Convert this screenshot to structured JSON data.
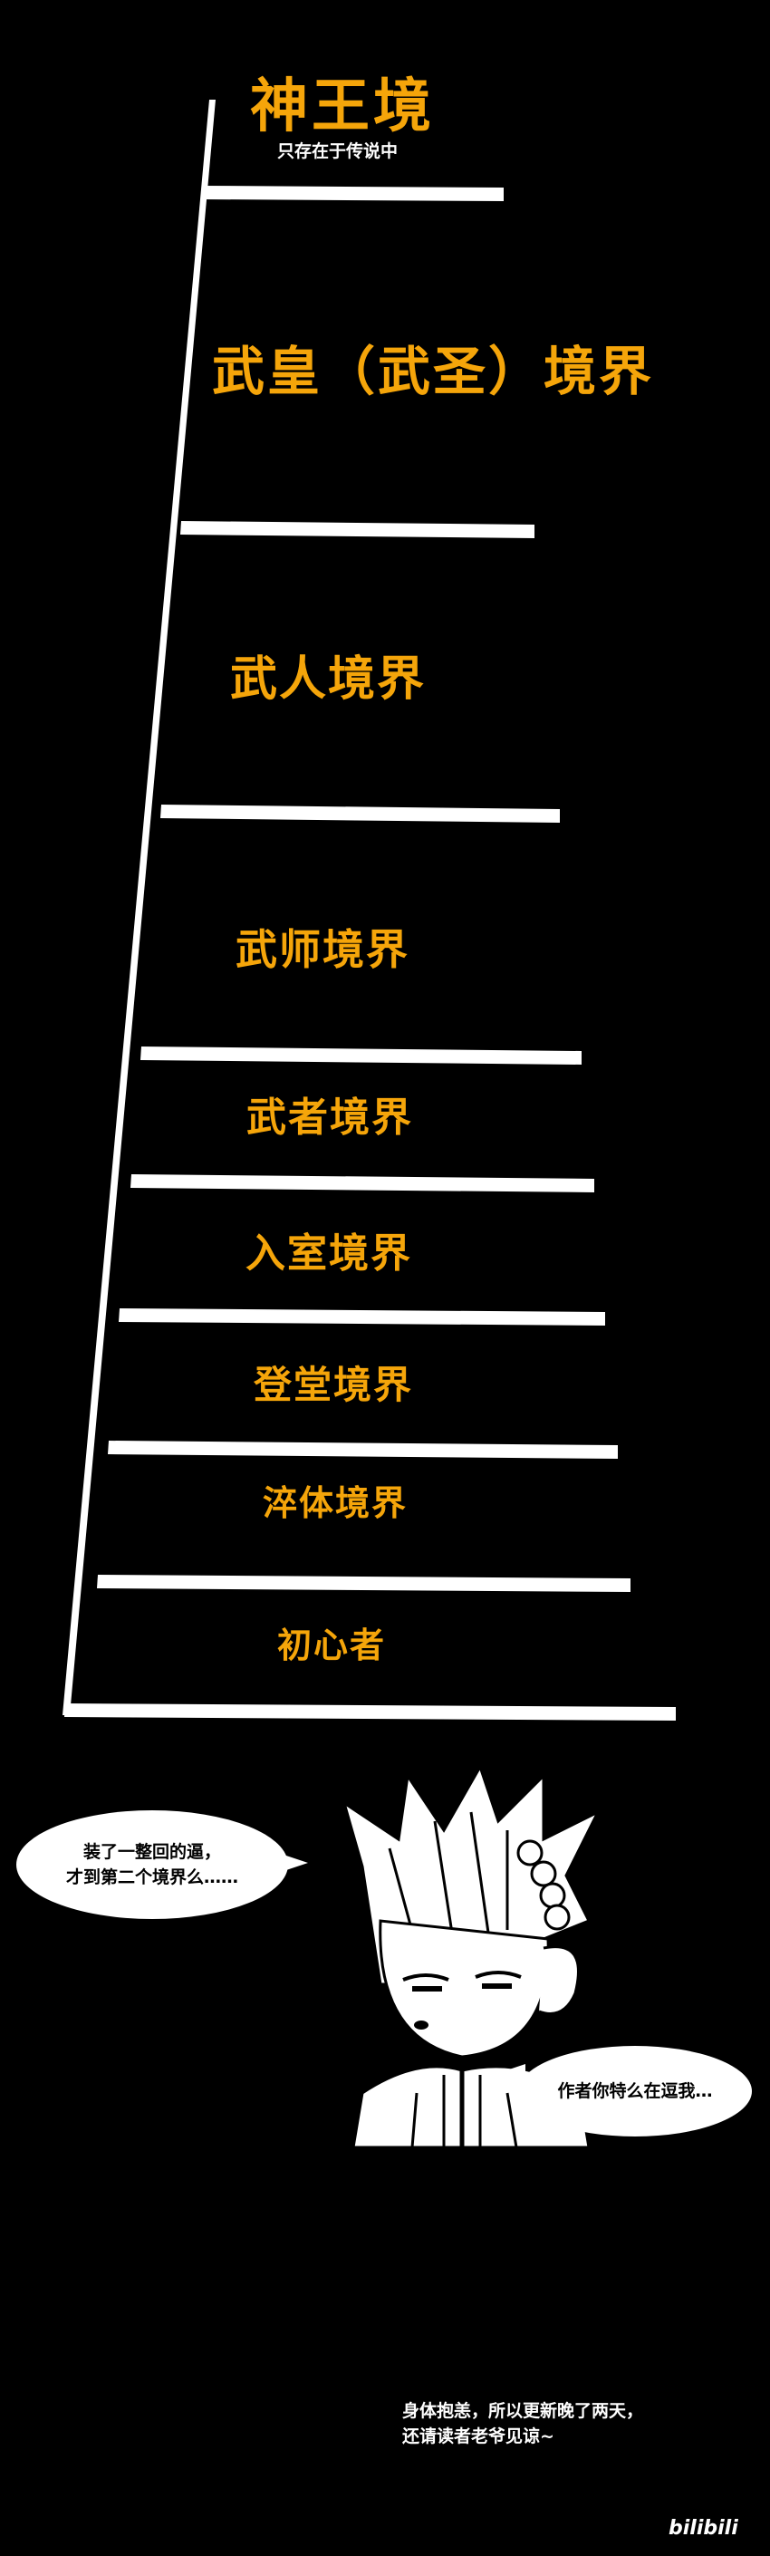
{
  "levels": [
    {
      "name": "神王境",
      "note": "只存在于传说中"
    },
    {
      "name": "武皇（武圣）境界"
    },
    {
      "name": "武人境界"
    },
    {
      "name": "武师境界"
    },
    {
      "name": "武者境界"
    },
    {
      "name": "入室境界"
    },
    {
      "name": "登堂境界"
    },
    {
      "name": "淬体境界"
    },
    {
      "name": "初心者"
    }
  ],
  "dialogue": {
    "left_bubble": [
      "装了一整回的逼，",
      "才到第二个境界么……"
    ],
    "right_bubble": "作者你特么在逗我…"
  },
  "author_note": [
    "身体抱恙，所以更新晚了两天，",
    "还请读者老爷见谅~"
  ],
  "watermark": "bilibili",
  "colors": {
    "background": "#000000",
    "level_text": "#f5a50a",
    "line": "#ffffff"
  }
}
